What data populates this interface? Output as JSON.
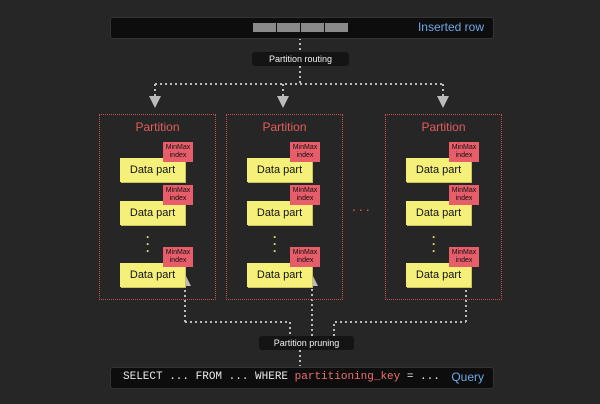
{
  "inserted_row_label": "Inserted row",
  "routing_label": "Partition routing",
  "pruning_label": "Partition pruning",
  "query_label": "Query",
  "query": {
    "prefix": "SELECT ... FROM ... WHERE ",
    "key": "partitioning_key",
    "suffix": " = ..."
  },
  "partitions": [
    {
      "title": "Partition",
      "parts": [
        {
          "label": "Data part",
          "index": "MinMax\nindex"
        },
        {
          "label": "Data part",
          "index": "MinMax\nindex"
        },
        {
          "label": "Data part",
          "index": "MinMax\nindex"
        }
      ]
    },
    {
      "title": "Partition",
      "parts": [
        {
          "label": "Data part",
          "index": "MinMax\nindex"
        },
        {
          "label": "Data part",
          "index": "MinMax\nindex"
        },
        {
          "label": "Data part",
          "index": "MinMax\nindex"
        }
      ]
    },
    {
      "title": "Partition",
      "parts": [
        {
          "label": "Data part",
          "index": "MinMax\nindex"
        },
        {
          "label": "Data part",
          "index": "MinMax\nindex"
        },
        {
          "label": "Data part",
          "index": "MinMax\nindex"
        }
      ]
    }
  ],
  "ellipsis": "...",
  "colors": {
    "background": "#262626",
    "partition_border": "#c85050",
    "data_part": "#f5f07a",
    "minmax_index": "#e85d6a",
    "accent_blue": "#6fa8e8",
    "connector": "#bbbbbb"
  }
}
